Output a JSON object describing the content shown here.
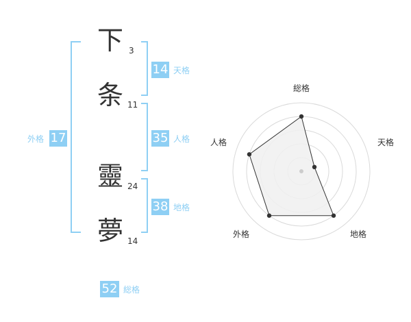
{
  "name_characters": [
    {
      "char": "下",
      "strokes": "3"
    },
    {
      "char": "条",
      "strokes": "11"
    },
    {
      "char": "靈",
      "strokes": "24"
    },
    {
      "char": "夢",
      "strokes": "14"
    }
  ],
  "kaku": {
    "tenkaku": {
      "value": "14",
      "label": "天格"
    },
    "jinkaku": {
      "value": "35",
      "label": "人格"
    },
    "chikaku": {
      "value": "38",
      "label": "地格"
    },
    "gaikaku": {
      "value": "17",
      "label": "外格"
    },
    "soukaku": {
      "value": "52",
      "label": "総格"
    }
  },
  "chart_data": {
    "type": "radar",
    "axes": [
      "総格",
      "天格",
      "地格",
      "外格",
      "人格"
    ],
    "values": [
      4,
      1,
      4,
      4,
      4
    ],
    "rmax": 5,
    "grid_rings": 5,
    "colors": {
      "fill": "#f0f0f0",
      "stroke": "#333333",
      "grid": "#d9d9d9",
      "accent": "#8ecff4"
    }
  }
}
